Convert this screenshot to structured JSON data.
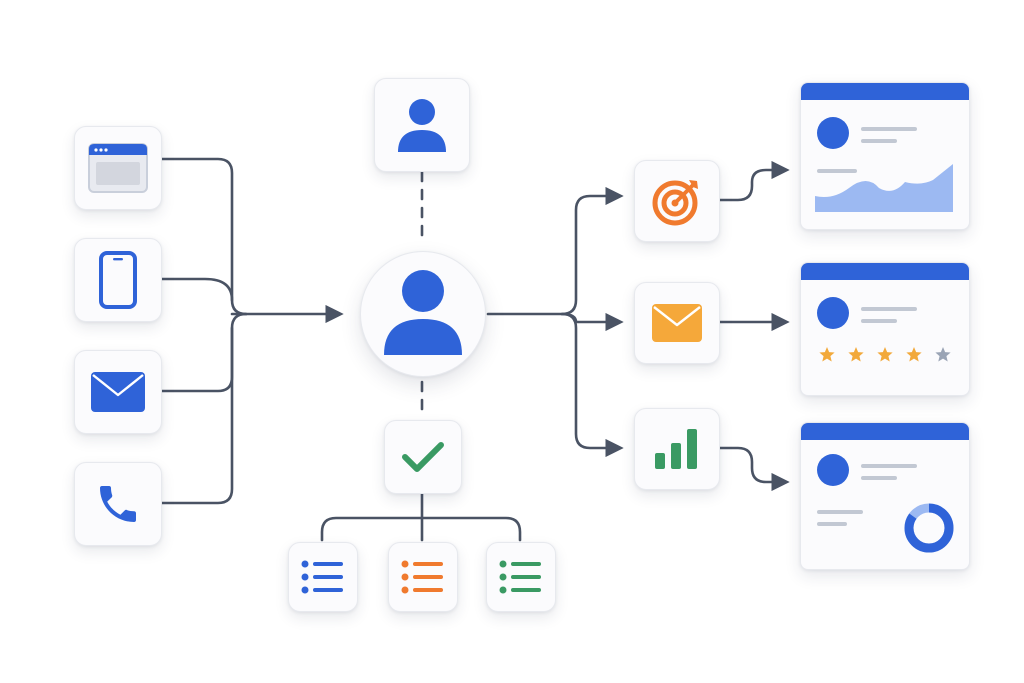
{
  "colors": {
    "brand_blue": "#2f63d8",
    "connector": "#4a5364",
    "accent_orange": "#f07a2e",
    "mail_yellow": "#f5a83a",
    "green": "#3a9a63",
    "star": "#f2a93b",
    "star_empty": "#9aa4b5",
    "light_blue_fill": "#9cb9f2"
  },
  "channels": [
    {
      "icon": "browser-window-icon"
    },
    {
      "icon": "smartphone-icon"
    },
    {
      "icon": "envelope-icon"
    },
    {
      "icon": "phone-handset-icon"
    }
  ],
  "hub": {
    "icon": "user-avatar-icon"
  },
  "top_node": {
    "icon": "user-profile-icon"
  },
  "check_node": {
    "icon": "checkmark-icon"
  },
  "lists": [
    {
      "icon": "list-icon",
      "color": "#2f63d8"
    },
    {
      "icon": "list-icon",
      "color": "#f07a2e"
    },
    {
      "icon": "list-icon",
      "color": "#3a9a63"
    }
  ],
  "outputs": [
    {
      "icon": "target-icon"
    },
    {
      "icon": "mail-icon"
    },
    {
      "icon": "bar-chart-icon"
    }
  ],
  "cards": [
    {
      "type": "area-chart-card"
    },
    {
      "type": "rating-card",
      "rating": 4,
      "max_rating": 5
    },
    {
      "type": "donut-chart-card",
      "donut_fraction": 0.85
    }
  ]
}
